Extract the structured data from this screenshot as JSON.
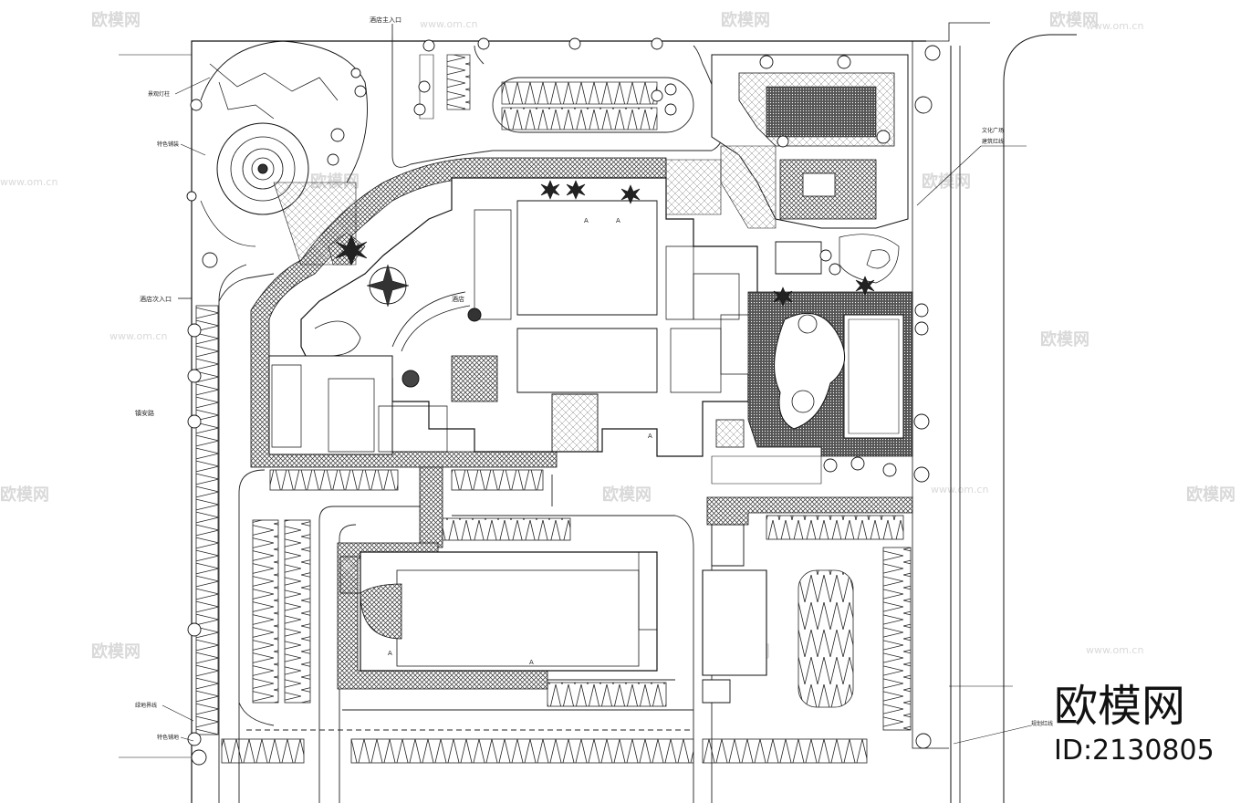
{
  "brand": {
    "name": "欧模网",
    "id_text": "ID:2130805"
  },
  "watermark": {
    "name": "欧模网",
    "url": "www.om.cn"
  },
  "labels": {
    "main_entrance": "酒店主入口",
    "secondary_entrance": "酒店次入口",
    "left_road": "镇安路",
    "callout_1": "景观灯柱",
    "callout_2": "特色铺装",
    "callout_3": "绿地界线",
    "callout_4": "特色铺地",
    "callout_right_top_1": "文化广场",
    "callout_right_top_2": "建筑红线",
    "callout_right_bottom": "规划红线",
    "hall_1": "酒店",
    "tree_symbol": "A"
  }
}
